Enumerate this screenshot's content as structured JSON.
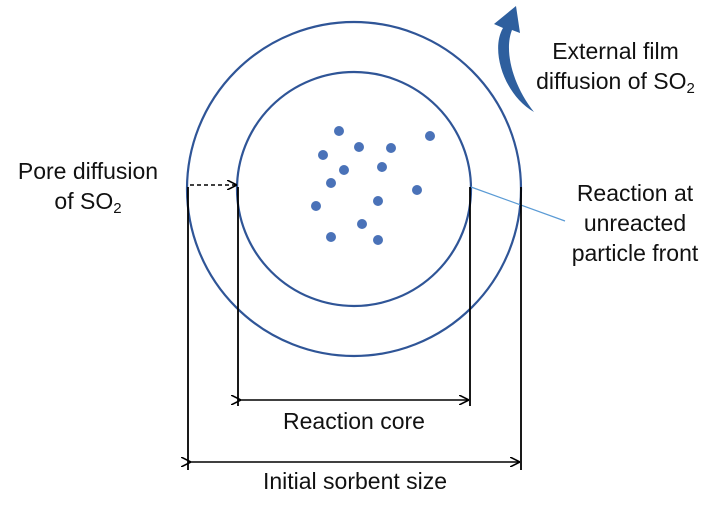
{
  "labels": {
    "external_film": {
      "line1": "External film",
      "line2_prefix": "diffusion of SO",
      "line2_sub": "2"
    },
    "pore_diffusion": {
      "line1": "Pore diffusion",
      "line2_prefix": "of SO",
      "line2_sub": "2"
    },
    "reaction_front": {
      "line1": "Reaction at",
      "line2": "unreacted",
      "line3": "particle front"
    },
    "reaction_core": "Reaction core",
    "initial_sorbent_size": "Initial sorbent size"
  },
  "colors": {
    "circle_stroke": "#2f5597",
    "particle_fill": "#4a72b8",
    "curved_arrow": "#2e5f9e",
    "line": "#000000",
    "leader_line": "#5b9bd5",
    "text": "#111111"
  },
  "icons": {
    "film_arrow": "curved-arrow-icon"
  }
}
